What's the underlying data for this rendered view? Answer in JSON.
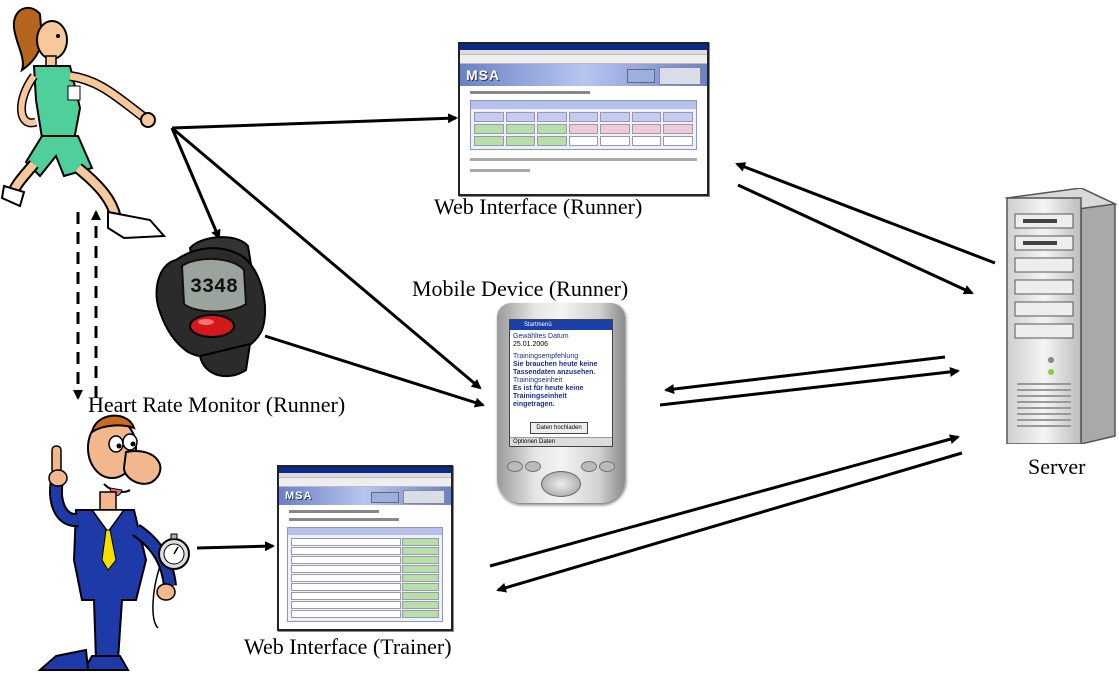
{
  "labels": {
    "web_runner": "Web Interface (Runner)",
    "mobile": "Mobile Device (Runner)",
    "hrm": "Heart Rate Monitor (Runner)",
    "web_trainer": "Web Interface (Trainer)",
    "server": "Server"
  },
  "web_runner_shot": {
    "logo": "MSA"
  },
  "web_trainer_shot": {
    "logo": "MSA"
  },
  "pda_screen": {
    "title_bar": "Startmenü",
    "date_label": "Gewähltes Datum",
    "date_value": "25.01.2006",
    "line1": "Trainingsempfehlung",
    "line2": "Sie brauchen heute keine Tassendaten anzusehen.",
    "line3": "Trainingseinheit",
    "line4": "Es ist für heute keine Trainingseinheit eingetragen.",
    "button": "Daten hochladen",
    "menu": "Optionen  Daten"
  },
  "watch_display": "3348",
  "colors": {
    "arrow": "#000000",
    "runner_shirt": "#4fcf9a",
    "trainer_suit": "#1d3aa8"
  }
}
